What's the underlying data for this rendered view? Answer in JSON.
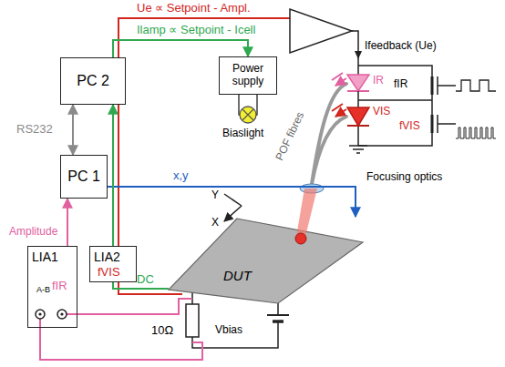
{
  "diagram": {
    "nodes": [
      {
        "text": [
          "PC 2"
        ]
      },
      {
        "text": [
          "PC 1"
        ]
      },
      {
        "text": [
          "Power supply"
        ]
      },
      {
        "text": [
          "LIA1",
          "A-B",
          "fIR"
        ]
      },
      {
        "text": [
          "LIA2",
          "fVIS"
        ]
      },
      {
        "text": [
          "DUT"
        ]
      }
    ],
    "edges": [
      {
        "from": 1,
        "to": 0,
        "arrow": "both",
        "label": "RS232"
      },
      {
        "from": 3,
        "to": 1,
        "arrow": "to",
        "label": "Amplitude"
      },
      {
        "from": 0,
        "to": 2,
        "arrow": "to",
        "label": "Ilamp ∝ Setpoint - Icell"
      },
      {
        "from": 1,
        "to": 5,
        "arrow": "to",
        "label": "x,y"
      },
      {
        "from": 5,
        "to": 0,
        "arrow": "to",
        "label": "DC"
      }
    ],
    "labels": [
      "Ue ∝ Setpoint - Ampl.",
      "Ifeedback (Ue)",
      "IR",
      "VIS",
      "fIR",
      "fVIS",
      "POF fibres",
      "Focusing optics",
      "Biaslight",
      "Y",
      "X",
      "10Ω",
      "Vbias"
    ]
  }
}
